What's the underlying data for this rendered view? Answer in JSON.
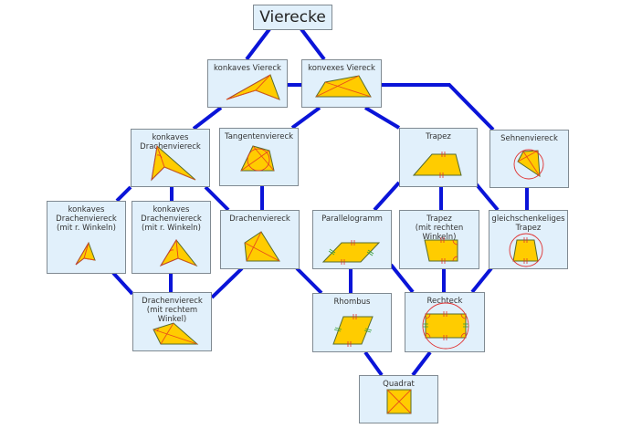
{
  "title": "Vierecke",
  "colors": {
    "edge": "#0a14d8",
    "box_fill": "#e1f0fb",
    "box_border": "#808a92",
    "shape_fill": "#ffcc00",
    "shape_stroke": "#556b2f",
    "mark_red": "#e03030",
    "mark_green": "#3aa03a"
  },
  "nodes": [
    {
      "id": "vierecke",
      "label": "Vierecke",
      "shape": "none"
    },
    {
      "id": "konkaves-viereck",
      "label": "konkaves Viereck",
      "shape": "concave"
    },
    {
      "id": "konvexes-viereck",
      "label": "konvexes Viereck",
      "shape": "convex"
    },
    {
      "id": "konkaves-drachenviereck",
      "label": "konkaves\nDrachenviereck",
      "shape": "concave-kite"
    },
    {
      "id": "tangentenviereck",
      "label": "Tangentenviereck",
      "shape": "tangential"
    },
    {
      "id": "trapez",
      "label": "Trapez",
      "shape": "trapezoid"
    },
    {
      "id": "sehnenviereck",
      "label": "Sehnenviereck",
      "shape": "cyclic"
    },
    {
      "id": "konkaves-drachenviereck-r-winkeln-1",
      "label": "konkaves\nDrachenviereck\n(mit r. Winkeln)",
      "shape": "concave-kite-right-small"
    },
    {
      "id": "konkaves-drachenviereck-r-winkeln-2",
      "label": "konkaves\nDrachenviereck\n(mit r. Winkeln)",
      "shape": "concave-kite-right"
    },
    {
      "id": "drachenviereck",
      "label": "Drachenviereck",
      "shape": "kite"
    },
    {
      "id": "parallelogramm",
      "label": "Parallelogramm",
      "shape": "parallelogram"
    },
    {
      "id": "trapez-rechte-winkel",
      "label": "Trapez\n(mit rechten Winkeln)",
      "shape": "right-trapezoid"
    },
    {
      "id": "gleichschenkeliges-trapez",
      "label": "gleichschenkeliges\nTrapez",
      "shape": "isosceles-trapezoid"
    },
    {
      "id": "drachenviereck-rechter-winkel",
      "label": "Drachenviereck\n(mit rechtem Winkel)",
      "shape": "right-kite"
    },
    {
      "id": "rhombus",
      "label": "Rhombus",
      "shape": "rhombus"
    },
    {
      "id": "rechteck",
      "label": "Rechteck",
      "shape": "rectangle"
    },
    {
      "id": "quadrat",
      "label": "Quadrat",
      "shape": "square"
    }
  ],
  "edges": [
    [
      "vierecke",
      "konkaves-viereck"
    ],
    [
      "vierecke",
      "konvexes-viereck"
    ],
    [
      "konkaves-viereck",
      "konvexes-viereck"
    ],
    [
      "konkaves-viereck",
      "konkaves-drachenviereck"
    ],
    [
      "konvexes-viereck",
      "tangentenviereck"
    ],
    [
      "konvexes-viereck",
      "trapez"
    ],
    [
      "konvexes-viereck",
      "sehnenviereck"
    ],
    [
      "konkaves-drachenviereck",
      "konkaves-drachenviereck-r-winkeln-1"
    ],
    [
      "konkaves-drachenviereck",
      "konkaves-drachenviereck-r-winkeln-2"
    ],
    [
      "konkaves-drachenviereck",
      "drachenviereck"
    ],
    [
      "tangentenviereck",
      "drachenviereck"
    ],
    [
      "trapez",
      "parallelogramm"
    ],
    [
      "trapez",
      "trapez-rechte-winkel"
    ],
    [
      "trapez",
      "gleichschenkeliges-trapez"
    ],
    [
      "sehnenviereck",
      "gleichschenkeliges-trapez"
    ],
    [
      "konkaves-drachenviereck-r-winkeln-1",
      "drachenviereck-rechter-winkel"
    ],
    [
      "konkaves-drachenviereck-r-winkeln-2",
      "drachenviereck-rechter-winkel"
    ],
    [
      "drachenviereck",
      "drachenviereck-rechter-winkel"
    ],
    [
      "drachenviereck",
      "rhombus"
    ],
    [
      "parallelogramm",
      "rhombus"
    ],
    [
      "parallelogramm",
      "rechteck"
    ],
    [
      "trapez-rechte-winkel",
      "rechteck"
    ],
    [
      "gleichschenkeliges-trapez",
      "rechteck"
    ],
    [
      "rhombus",
      "quadrat"
    ],
    [
      "rechteck",
      "quadrat"
    ]
  ]
}
